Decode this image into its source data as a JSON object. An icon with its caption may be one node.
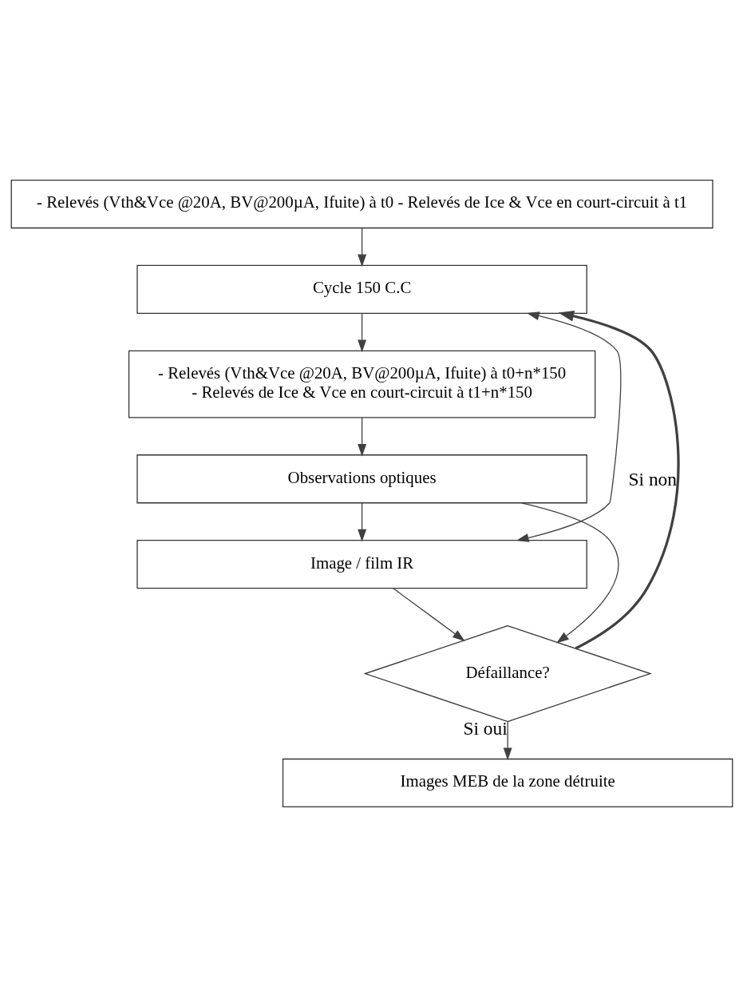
{
  "diagram": {
    "nodes": [
      {
        "text": [
          "- Relevés (Vth&Vce @20A, BV@200µA, Ifuite) à t0 - Relevés de Ice & Vce en court-circuit à t1"
        ]
      },
      {
        "text": [
          "Cycle 150 C.C"
        ]
      },
      {
        "text": [
          "- Relevés (Vth&Vce @20A, BV@200µA, Ifuite) à t0+n*150",
          "- Relevés de Ice & Vce en court-circuit à t1+n*150"
        ]
      },
      {
        "text": [
          "Observations optiques"
        ]
      },
      {
        "text": [
          "Image / film IR"
        ]
      },
      {
        "text": [
          "Défaillance?"
        ]
      },
      {
        "text": [
          "Images MEB de la zone détruite"
        ]
      }
    ],
    "edges": [
      {
        "from": 0,
        "to": 1,
        "arrow": "to"
      },
      {
        "from": 1,
        "to": 2,
        "arrow": "to"
      },
      {
        "from": 2,
        "to": 3,
        "arrow": "to"
      },
      {
        "from": 3,
        "to": 4,
        "arrow": "to"
      },
      {
        "from": 4,
        "to": 5,
        "arrow": "to"
      },
      {
        "from": 3,
        "to": 5,
        "arrow": "to"
      },
      {
        "from": 5,
        "to": 1,
        "arrow": "to",
        "label": "Si non",
        "style": "thick"
      },
      {
        "from": 5,
        "to": 6,
        "arrow": "to",
        "label": "Si oui"
      },
      {
        "from": 4,
        "to": 1,
        "arrow": "both"
      }
    ]
  }
}
